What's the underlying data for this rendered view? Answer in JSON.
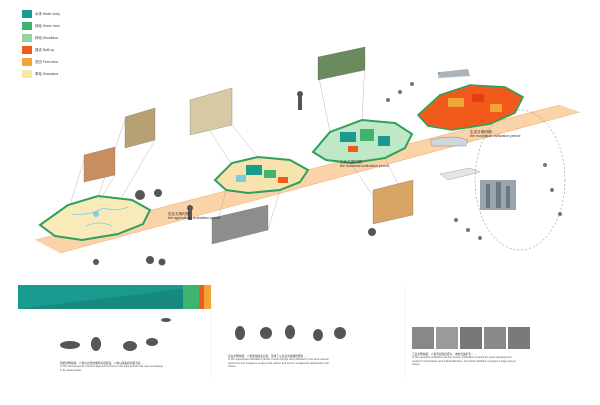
{
  "legend": {
    "items": [
      {
        "zh": "水体",
        "en": "Water body",
        "color": "#1a9b8f"
      },
      {
        "zh": "绿地",
        "en": "Green land",
        "color": "#3fb46e"
      },
      {
        "zh": "林地",
        "en": "Woodland",
        "color": "#8fd6a3"
      },
      {
        "zh": "建设",
        "en": "Built-up",
        "color": "#f25a1c"
      },
      {
        "zh": "农田",
        "en": "Farm land",
        "color": "#f3a436"
      },
      {
        "zh": "草地",
        "en": "Grassland",
        "color": "#f7e7a6"
      }
    ]
  },
  "stages": [
    {
      "zh": "农业文明时期",
      "en": "the agricultural civilization period"
    },
    {
      "zh": "工业文明时期",
      "en": "the industrial civilization period"
    },
    {
      "zh": "生态文明时期",
      "en": "the ecological civilization period"
    }
  ],
  "paragraphs": [
    {
      "zh": "原始文明时期，人类对自然的依附关系很强，人类以采集和渔猎为生……",
      "en": "In the natural period, humans kept and let food in the area and the site was completely in its natural state."
    },
    {
      "zh": "农业文明时期，人类逐渐改变自然，形成了以农业为基础的聚落……",
      "en": "In the agricultural civilization period, human beings were affected by the local natural resources and created a unique local culture and lived in a balanced relationship with nature."
    },
    {
      "zh": "工业文明时期，人类活动强度增大，城市迅速扩张……",
      "en": "In the industrial civilization period, human civilization entered the great development period of urbanization and industrialization, and urban facilities occupied a large area of nature."
    }
  ]
}
